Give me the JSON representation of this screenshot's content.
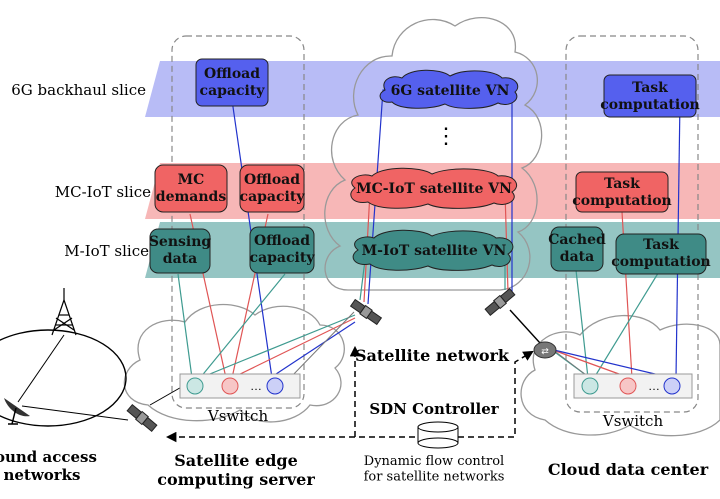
{
  "slices": {
    "backhaul": "6G backhaul slice",
    "mc_iot": "MC-IoT slice",
    "m_iot": "M-IoT slice"
  },
  "edge": {
    "offload_capacity_6g": "Offload\ncapacity",
    "mc_demands": "MC\ndemands",
    "offload_capacity_mc": "Offload\ncapacity",
    "sensing_data": "Sensing\ndata",
    "offload_capacity_m": "Offload\ncapacity",
    "vswitch": "Vswitch",
    "title": "Satellite edge\ncomputing server"
  },
  "satellite": {
    "vn_6g": "6G satellite VN",
    "ellipsis": "⋮",
    "vn_mc": "MC-IoT satellite VN",
    "vn_m": "M-IoT satellite VN",
    "network_label": "Satellite network"
  },
  "cloud": {
    "task_computation_6g": "Task\ncomputation",
    "task_computation_mc": "Task\ncomputation",
    "cached_data": "Cached\ndata",
    "task_computation_m": "Task\ncomputation",
    "vswitch": "Vswitch",
    "title": "Cloud data center"
  },
  "sdn": {
    "title": "SDN Controller",
    "caption": "Dynamic flow control\nfor satellite networks"
  },
  "ground": {
    "label": "round access\nnetworks"
  },
  "switch_ellipsis": "…",
  "colors": {
    "backhaul_band": "#b4b8f5",
    "mc_band": "#f7b3b3",
    "m_band": "#8fc2c0",
    "blue_box": "#5560ee",
    "red_box": "#f06464",
    "teal_box": "#3f8b86",
    "blue_link": "#2233cc",
    "red_link": "#e05555",
    "teal_link": "#3f9b90"
  }
}
